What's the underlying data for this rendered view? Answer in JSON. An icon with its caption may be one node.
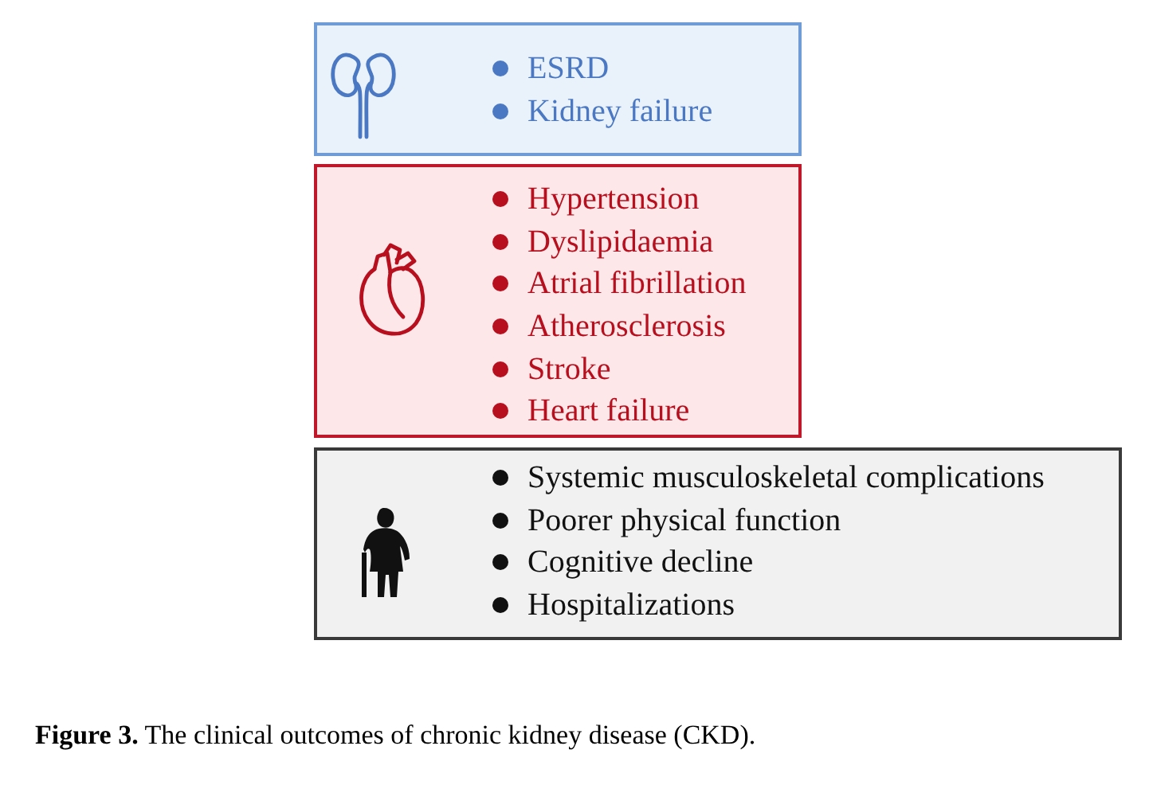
{
  "diagram": {
    "caption": "**Figure 3.** The clinical outcomes of chronic kidney disease (CKD).",
    "nodes": [
      {
        "text": [
          "ESRD",
          "Kidney failure"
        ]
      },
      {
        "text": [
          "Hypertension",
          "Dyslipidaemia",
          "Atrial fibrillation",
          "Atherosclerosis",
          "Stroke",
          "Heart failure"
        ]
      },
      {
        "text": [
          "Systemic musculoskeletal complications",
          "Poorer physical function",
          "Cognitive decline",
          "Hospitalizations"
        ]
      }
    ]
  }
}
